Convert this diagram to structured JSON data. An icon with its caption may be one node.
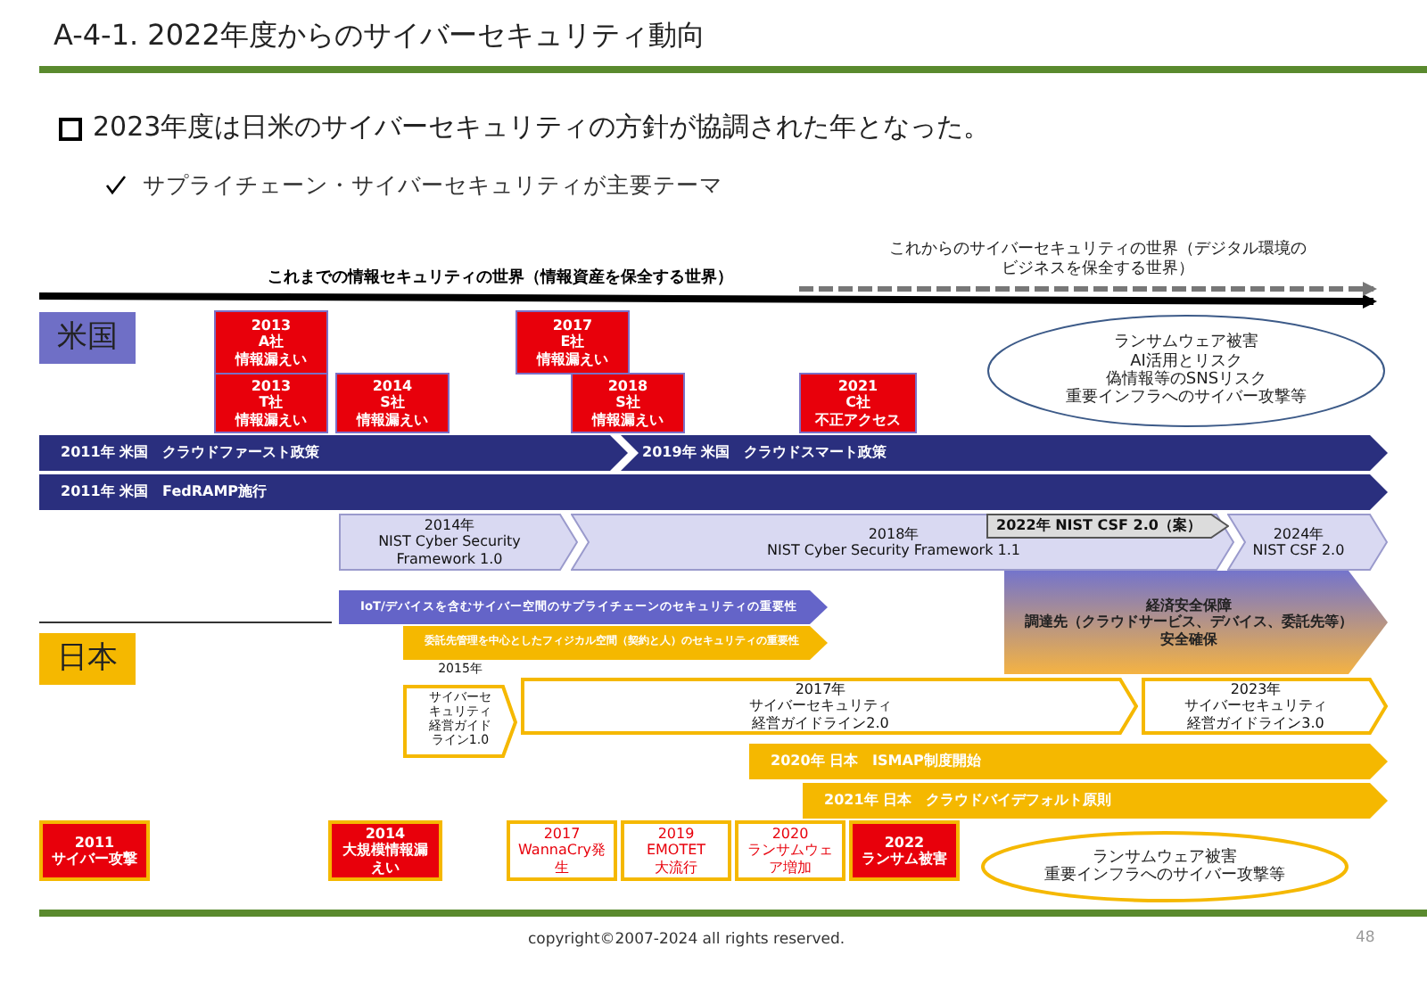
{
  "diagram": {
    "title": "A-4-1. 2022年度からのサイバーセキュリティ動向",
    "nodes": [
      {
        "text": [
          "米国"
        ]
      },
      {
        "text": [
          "2013",
          "A社",
          "情報漏えい"
        ]
      },
      {
        "text": [
          "2013",
          "T社",
          "情報漏えい"
        ]
      },
      {
        "text": [
          "2014",
          "S社",
          "情報漏えい"
        ]
      },
      {
        "text": [
          "2017",
          "E社",
          "情報漏えい"
        ]
      },
      {
        "text": [
          "2018",
          "S社",
          "情報漏えい"
        ]
      },
      {
        "text": [
          "2021",
          "C社",
          "不正アクセス"
        ]
      },
      {
        "text": [
          "ランサムウェア被害",
          "AI活用とリスク",
          "偽情報等のSNSリスク",
          "重要インフラへのサイバー攻撃等"
        ]
      },
      {
        "text": [
          "2011年 米国　クラウドファースト政策"
        ]
      },
      {
        "text": [
          "2019年 米国　クラウドスマート政策"
        ]
      },
      {
        "text": [
          "2011年 米国　FedRAMP施行"
        ]
      },
      {
        "text": [
          "2014年",
          "NIST Cyber Security Framework 1.0"
        ]
      },
      {
        "text": [
          "2018年",
          "NIST Cyber Security Framework 1.1"
        ]
      },
      {
        "text": [
          "2022年 NIST CSF 2.0（案）"
        ],
        "in": 12
      },
      {
        "text": [
          "2024年",
          "NIST CSF 2.0"
        ]
      },
      {
        "text": [
          "IoT/デバイスを含むサイバー空間のサプライチェーンのセキュリティの重要性"
        ]
      },
      {
        "text": [
          "委託先管理を中心としたフィジカル空間（契約と人）のセキュリティの重要性"
        ]
      },
      {
        "text": [
          "経済安全保障",
          "調達先（クラウドサービス、デバイス、委託先等）",
          "安全確保"
        ]
      },
      {
        "text": [
          "日本"
        ]
      },
      {
        "text": [
          "2015年",
          "サイバーセキュリティ経営ガイドライン1.0"
        ]
      },
      {
        "text": [
          "2017年",
          "サイバーセキュリティ",
          "経営ガイドライン2.0"
        ]
      },
      {
        "text": [
          "2023年",
          "サイバーセキュリティ",
          "経営ガイドライン3.0"
        ]
      },
      {
        "text": [
          "2020年 日本　ISMAP制度開始"
        ]
      },
      {
        "text": [
          "2021年 日本　クラウドバイデフォルト原則"
        ]
      },
      {
        "text": [
          "2011",
          "サイバー攻撃"
        ]
      },
      {
        "text": [
          "2014",
          "大規模情報漏えい"
        ]
      },
      {
        "text": [
          "2017",
          "WannaCry発生"
        ]
      },
      {
        "text": [
          "2019",
          "EMOTET",
          "大流行"
        ]
      },
      {
        "text": [
          "2020",
          "ランサムウェア増加"
        ]
      },
      {
        "text": [
          "2022",
          "ランサム被害"
        ]
      },
      {
        "text": [
          "ランサムウェア被害",
          "重要インフラへのサイバー攻撃等"
        ]
      }
    ],
    "labels": [
      "2023年度は日米のサイバーセキュリティの方針が協調された年となった。",
      "サプライチェーン・サイバーセキュリティが主要テーマ",
      "これまでの情報セキュリティの世界（情報資産を保全する世界）",
      "これからのサイバーセキュリティの世界（デジタル環境のビジネスを保全する世界）",
      "copyright©2007-2024 all rights reserved.",
      "48"
    ]
  }
}
